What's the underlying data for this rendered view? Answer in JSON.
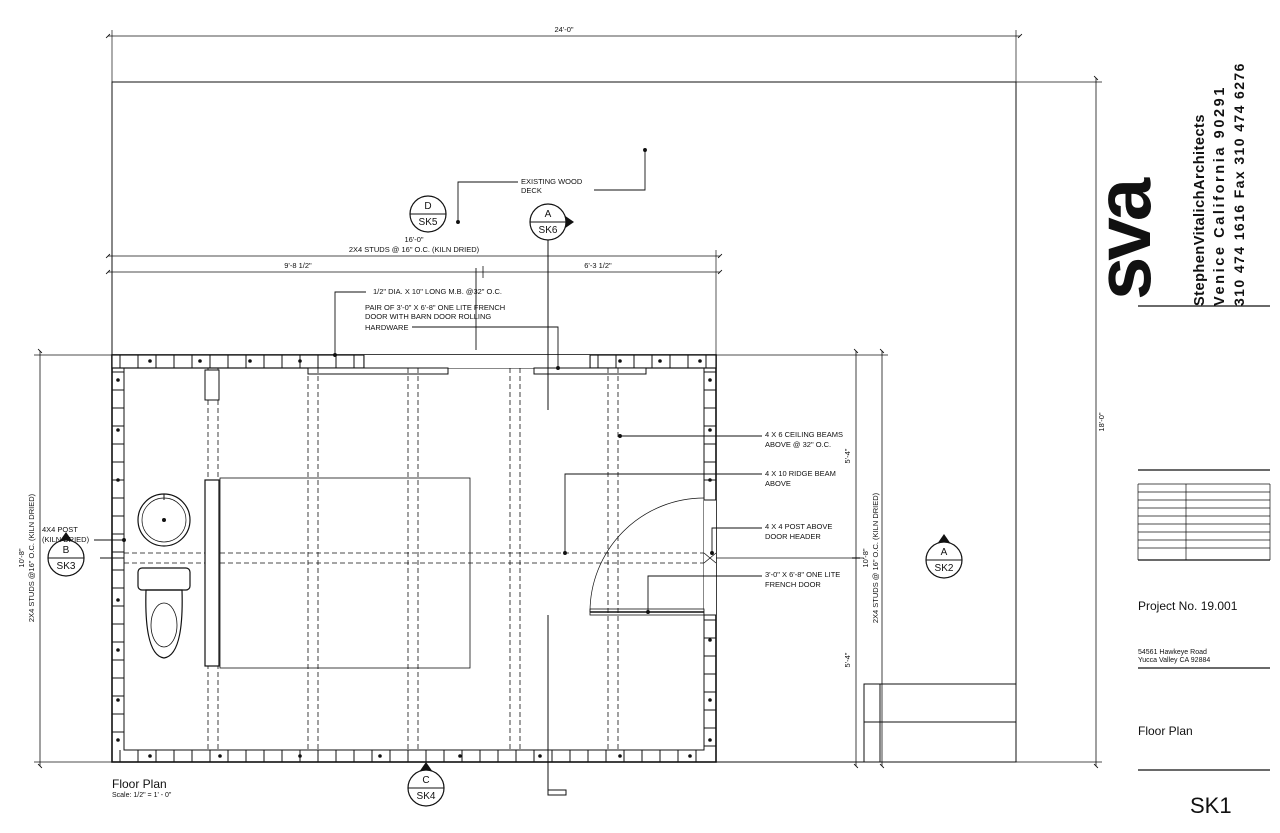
{
  "firm": {
    "logo": "SVA",
    "name": "StephenVitalichArchitects",
    "address": "Venice California 90291",
    "phone": "310 474 1616 Fax 310 474 6276"
  },
  "title_block": {
    "project_no": "Project No. 19.001",
    "address_line1": "54561 Hawkeye Road",
    "address_line2": "Yucca Valley CA 92884",
    "sheet_title": "Floor Plan",
    "sheet_number": "SK1"
  },
  "drawing": {
    "title": "Floor Plan",
    "scale": "Scale: 1/2\" = 1' - 0\""
  },
  "dimensions": {
    "overall_width": "24'-0\"",
    "overall_depth": "18'-0\"",
    "cabin_width": "16'-0\"",
    "cabin_width_note": "2X4 STUDS @ 16\" O.C. (KILN DRIED)",
    "left_segment": "9'-8 1/2\"",
    "right_segment": "6'-3 1/2\"",
    "left_height": "10'-8\"",
    "left_height_note": "2X4 STUDS @16\" O.C. (KILN DRIED)",
    "right_height": "10'-8\"",
    "right_height_note": "2X4 STUDS @ 16\" O.C. (KILN DRIED)",
    "upper_half": "5'-4\"",
    "lower_half": "5'-4\""
  },
  "section_refs": [
    {
      "letter": "D",
      "sheet": "SK5"
    },
    {
      "letter": "A",
      "sheet": "SK6"
    },
    {
      "letter": "B",
      "sheet": "SK3"
    },
    {
      "letter": "A",
      "sheet": "SK2"
    },
    {
      "letter": "C",
      "sheet": "SK4"
    }
  ],
  "notes": {
    "deck_1": "EXISTING WOOD",
    "deck_2": "DECK",
    "bolt": "1/2\" DIA. X 10\" LONG M.B. @32\" O.C.",
    "door_1": "PAIR OF 3'-0\" X 6'-8\" ONE LITE FRENCH",
    "door_2": "DOOR WITH BARN DOOR ROLLING",
    "door_3": "HARDWARE",
    "ceiling_1": "4 X 6 CEILING BEAMS",
    "ceiling_2": "ABOVE @ 32\" O.C.",
    "ridge_1": "4 X 10 RIDGE BEAM",
    "ridge_2": "ABOVE",
    "post_1": "4 X 4 POST ABOVE",
    "post_2": "DOOR HEADER",
    "french_1": "3'-0\" X 6'-8\" ONE LITE",
    "french_2": "FRENCH DOOR",
    "post4x4_1": "4X4 POST",
    "post4x4_2": "(KILN DRIED)"
  }
}
